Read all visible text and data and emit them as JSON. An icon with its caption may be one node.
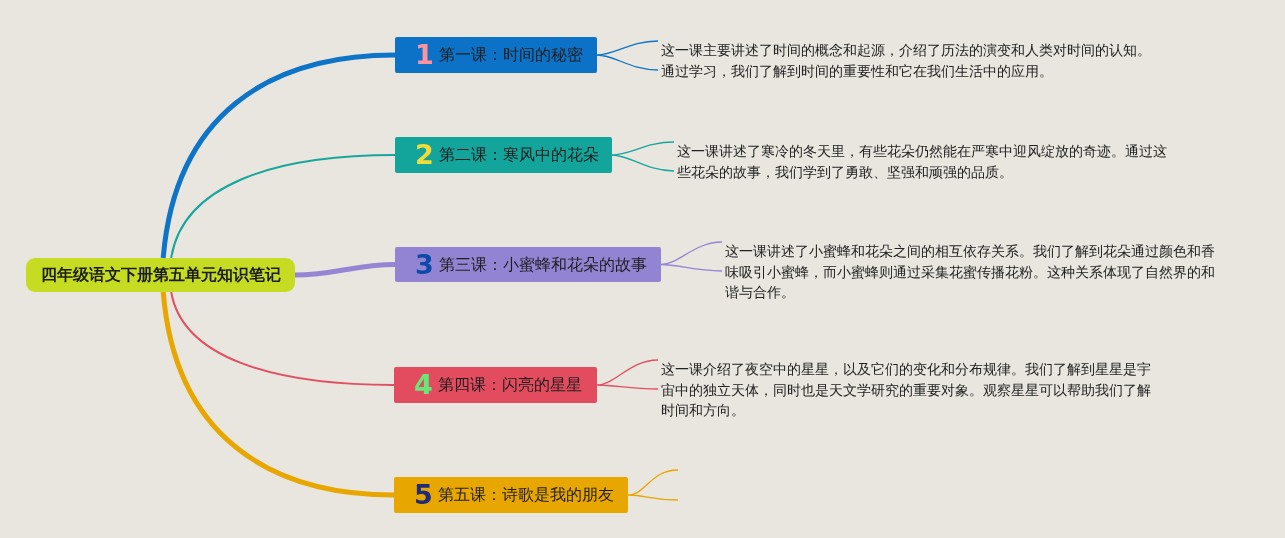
{
  "diagram": {
    "nodes": [
      {
        "text": [
          "四年级语文下册第五单元知识笔记"
        ]
      },
      {
        "text": [
          "1",
          "第一课：时间的秘密"
        ]
      },
      {
        "text": [
          "这一课主要讲述了时间的概念和起源，介绍了历法的演变和人类对时间的认知。通过学习，我们了解到时间的重要性和它在我们生活中的应用。"
        ]
      },
      {
        "text": [
          "2",
          "第二课：寒风中的花朵"
        ]
      },
      {
        "text": [
          "这一课讲述了寒冷的冬天里，有些花朵仍然能在严寒中迎风绽放的奇迹。通过这些花朵的故事，我们学到了勇敢、坚强和顽强的品质。"
        ]
      },
      {
        "text": [
          "3",
          "第三课：小蜜蜂和花朵的故事"
        ]
      },
      {
        "text": [
          "这一课讲述了小蜜蜂和花朵之间的相互依存关系。我们了解到花朵通过颜色和香味吸引小蜜蜂，而小蜜蜂则通过采集花蜜传播花粉。这种关系体现了自然界的和谐与合作。"
        ]
      },
      {
        "text": [
          "4",
          "第四课：闪亮的星星"
        ]
      },
      {
        "text": [
          "这一课介绍了夜空中的星星，以及它们的变化和分布规律。我们了解到星星是宇宙中的独立天体，同时也是天文学研究的重要对象。观察星星可以帮助我们了解时间和方向。"
        ]
      },
      {
        "text": [
          "5",
          "第五课：诗歌是我的朋友"
        ]
      }
    ],
    "edges": [
      {
        "from": 0,
        "to": 1,
        "arrow": "none",
        "style": "thick",
        "color": "#0d74c8"
      },
      {
        "from": 1,
        "to": 2,
        "arrow": "none",
        "color": "#0d74c8"
      },
      {
        "from": 0,
        "to": 3,
        "arrow": "none",
        "color": "#17a69d"
      },
      {
        "from": 3,
        "to": 4,
        "arrow": "none",
        "color": "#17a69d"
      },
      {
        "from": 0,
        "to": 5,
        "arrow": "none",
        "style": "thick",
        "color": "#9585d3"
      },
      {
        "from": 5,
        "to": 6,
        "arrow": "none",
        "color": "#9585d3"
      },
      {
        "from": 0,
        "to": 7,
        "arrow": "none",
        "color": "#e2505f"
      },
      {
        "from": 7,
        "to": 8,
        "arrow": "none",
        "color": "#e2505f"
      },
      {
        "from": 0,
        "to": 9,
        "arrow": "none",
        "style": "thick",
        "color": "#e8a600"
      },
      {
        "from": 9,
        "to": null,
        "arrow": "none",
        "color": "#e8a600"
      }
    ]
  }
}
